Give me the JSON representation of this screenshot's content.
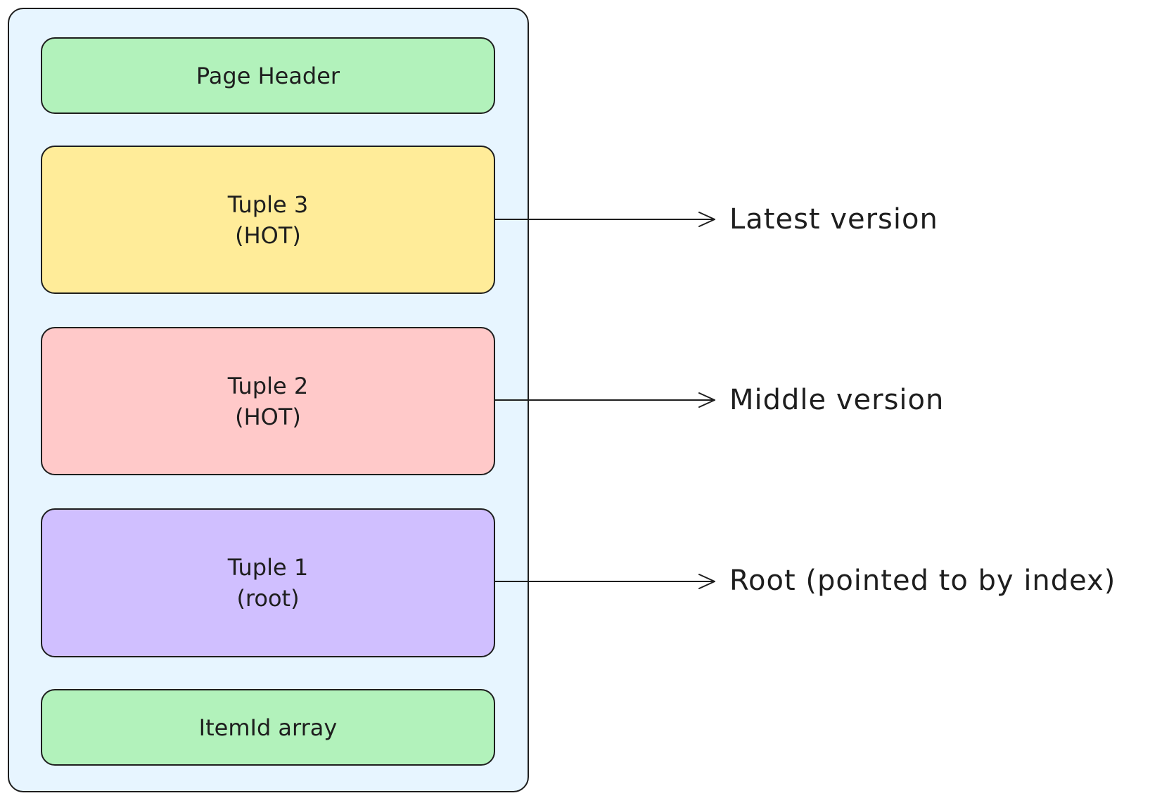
{
  "page": {
    "header_label": "Page Header",
    "tuples": [
      {
        "name": "Tuple 3",
        "state": "(HOT)",
        "color": "#ffec99"
      },
      {
        "name": "Tuple 2",
        "state": "(HOT)",
        "color": "#ffc9c9"
      },
      {
        "name": "Tuple 1",
        "state": "(root)",
        "color": "#d0bfff"
      }
    ],
    "itemid_label": "ItemId array",
    "background_color": "#e7f5ff",
    "section_color": "#b2f2bb"
  },
  "annotations": [
    {
      "text": "Latest version"
    },
    {
      "text": "Middle version"
    },
    {
      "text": "Root (pointed to by index)"
    }
  ],
  "icons": {
    "arrowhead": "arrow-right-icon"
  }
}
